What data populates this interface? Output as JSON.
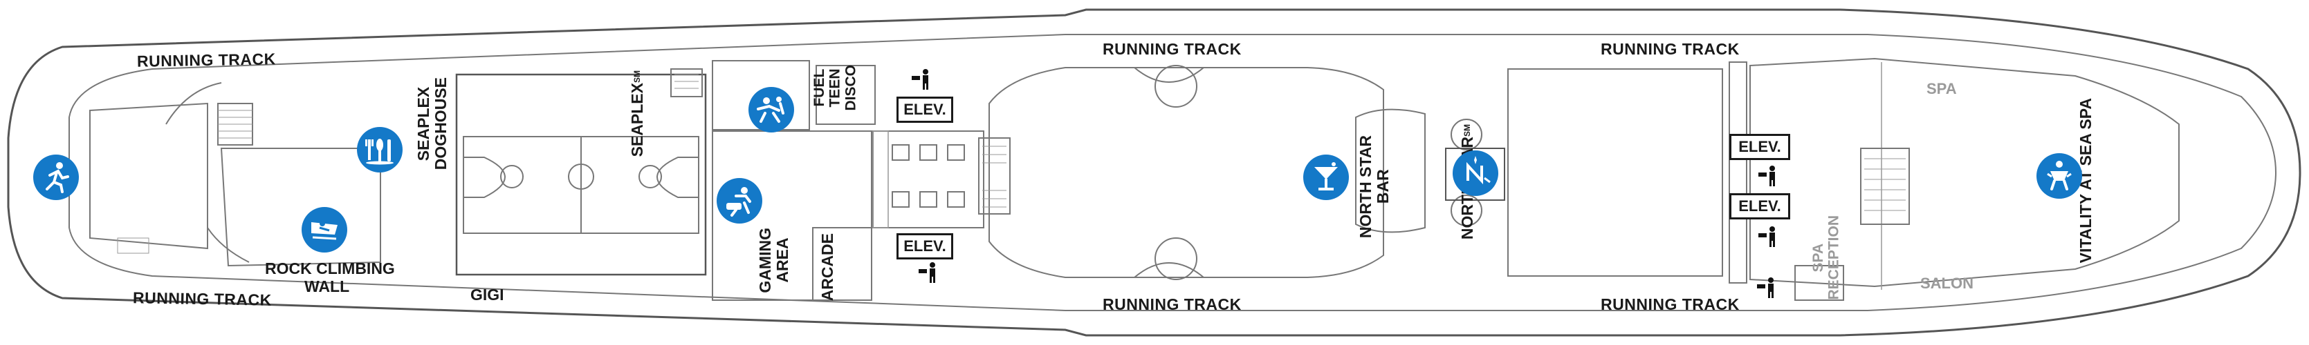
{
  "labels": {
    "running_track": "RUNNING TRACK",
    "seaplex_doghouse": "SEAPLEX\nDOGHOUSE",
    "seaplex": "SEAPLEX",
    "seaplex_sm": "SM",
    "fuel_teen_disco": "FUEL\nTEEN\nDISCO",
    "gaming_area": "GAMING\nAREA",
    "arcade": "ARCADE",
    "rock_climbing_wall_1": "ROCK CLIMBING",
    "rock_climbing_wall_2": "WALL",
    "gigi": "GIGI",
    "north_star_bar": "NORTH STAR\nBAR",
    "north_star": "NORTH STAR",
    "north_star_sm": "SM",
    "spa": "SPA",
    "spa_reception": "SPA\nRECEPTION",
    "salon": "SALON",
    "vitality": "VITALITY AT SEA SPA",
    "elevator": "ELEV."
  },
  "icons": {
    "jogging": "jogging-icon",
    "dining": "dining-icon",
    "climbing": "rock-climbing-icon",
    "teen": "teen-club-icon",
    "gaming": "gaming-icon",
    "bar": "cocktail-icon",
    "northstar": "north-star-icon",
    "spa": "spa-icon",
    "restroom": "restroom-icon"
  },
  "colors": {
    "icon_blue": "#1479c8",
    "outline": "#555555",
    "text": "#1a1a1a",
    "muted_text": "#9a9a9a"
  }
}
